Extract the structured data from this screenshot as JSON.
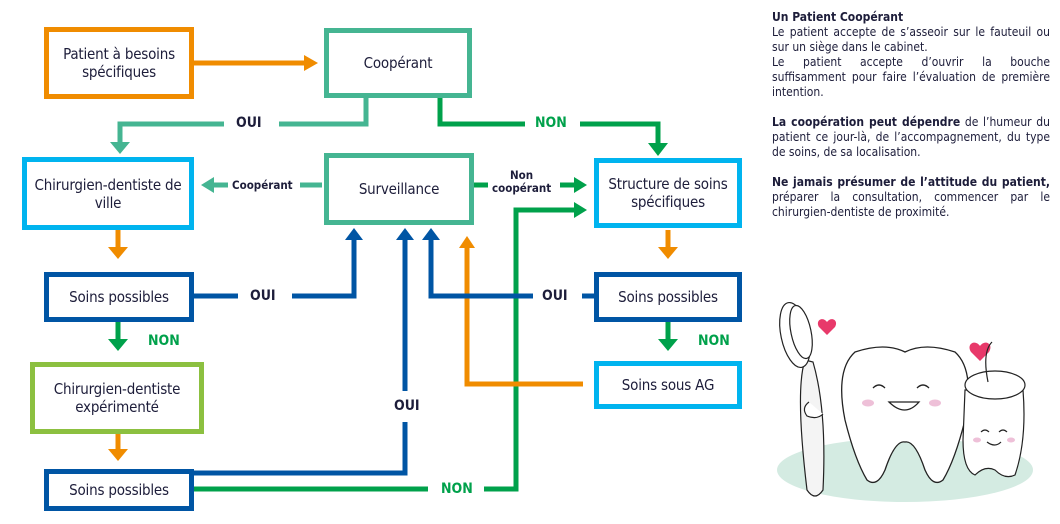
{
  "colors": {
    "orange": "#f08c00",
    "teal": "#45b592",
    "green": "#00a14b",
    "lime": "#8cc040",
    "cyan": "#00b4ef",
    "navy": "#0055a4",
    "text": "#1d1d3a",
    "heart": "#e8396a",
    "ground": "#d4ebe2"
  },
  "nodes": {
    "patient": "Patient à besoins spécifiques",
    "cooperant": "Coopérant",
    "cd_ville": "Chirurgien-dentiste de ville",
    "surveillance": "Surveillance",
    "structure": "Structure de soins spécifiques",
    "soins_left_1": "Soins possibles",
    "cd_exp": "Chirurgien-dentiste expérimenté",
    "soins_left_2": "Soins possibles",
    "soins_right": "Soins possibles",
    "soins_ag": "Soins sous AG"
  },
  "edge_labels": {
    "oui_top": "OUI",
    "non_top": "NON",
    "cooperant": "Coopérant",
    "non_cooperant_1": "Non",
    "non_cooperant_2": "coopérant",
    "oui_left": "OUI",
    "non_left": "NON",
    "oui_vertical": "OUI",
    "non_bottom": "NON",
    "oui_right": "OUI",
    "non_right": "NON"
  },
  "side_text": {
    "title": "Un Patient Coopérant",
    "p1": "Le patient accepte de s’asseoir sur le fauteuil ou sur un siège dans le cabinet.",
    "p2": "Le patient accepte d’ouvrir la bouche suffisamment pour faire l’évaluation de première intention.",
    "p3_bold": "La coopération peut dépendre",
    "p3_rest": " de l’humeur du patient ce jour-là, de l’accompagnement, du type de soins, de sa localisation.",
    "p4_bold": "Ne jamais présumer de l’attitude du patient,",
    "p4_rest": " préparer la consultation, commencer par le chirurgien-dentiste de proximité."
  },
  "illustration": {
    "subject": "tooth-toothbrush-floss-mascots"
  }
}
